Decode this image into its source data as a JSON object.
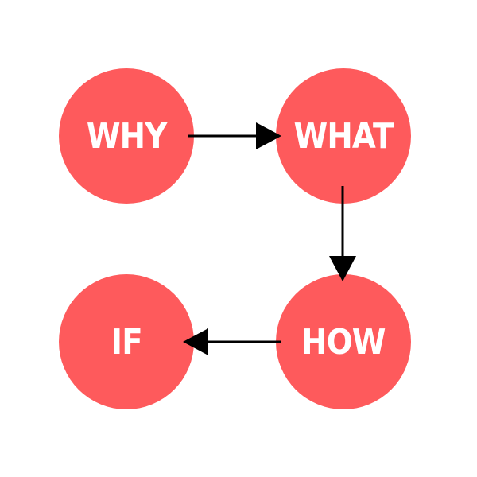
{
  "colors": {
    "node_fill": "#fe5a5c",
    "node_text": "#ffffff",
    "arrow": "#000000",
    "background": "#ffffff"
  },
  "nodes": {
    "why": {
      "label": "WHY"
    },
    "what": {
      "label": "WHAT"
    },
    "how": {
      "label": "HOW"
    },
    "if": {
      "label": "IF"
    }
  },
  "edges": [
    {
      "from": "why",
      "to": "what"
    },
    {
      "from": "what",
      "to": "how"
    },
    {
      "from": "how",
      "to": "if"
    }
  ]
}
